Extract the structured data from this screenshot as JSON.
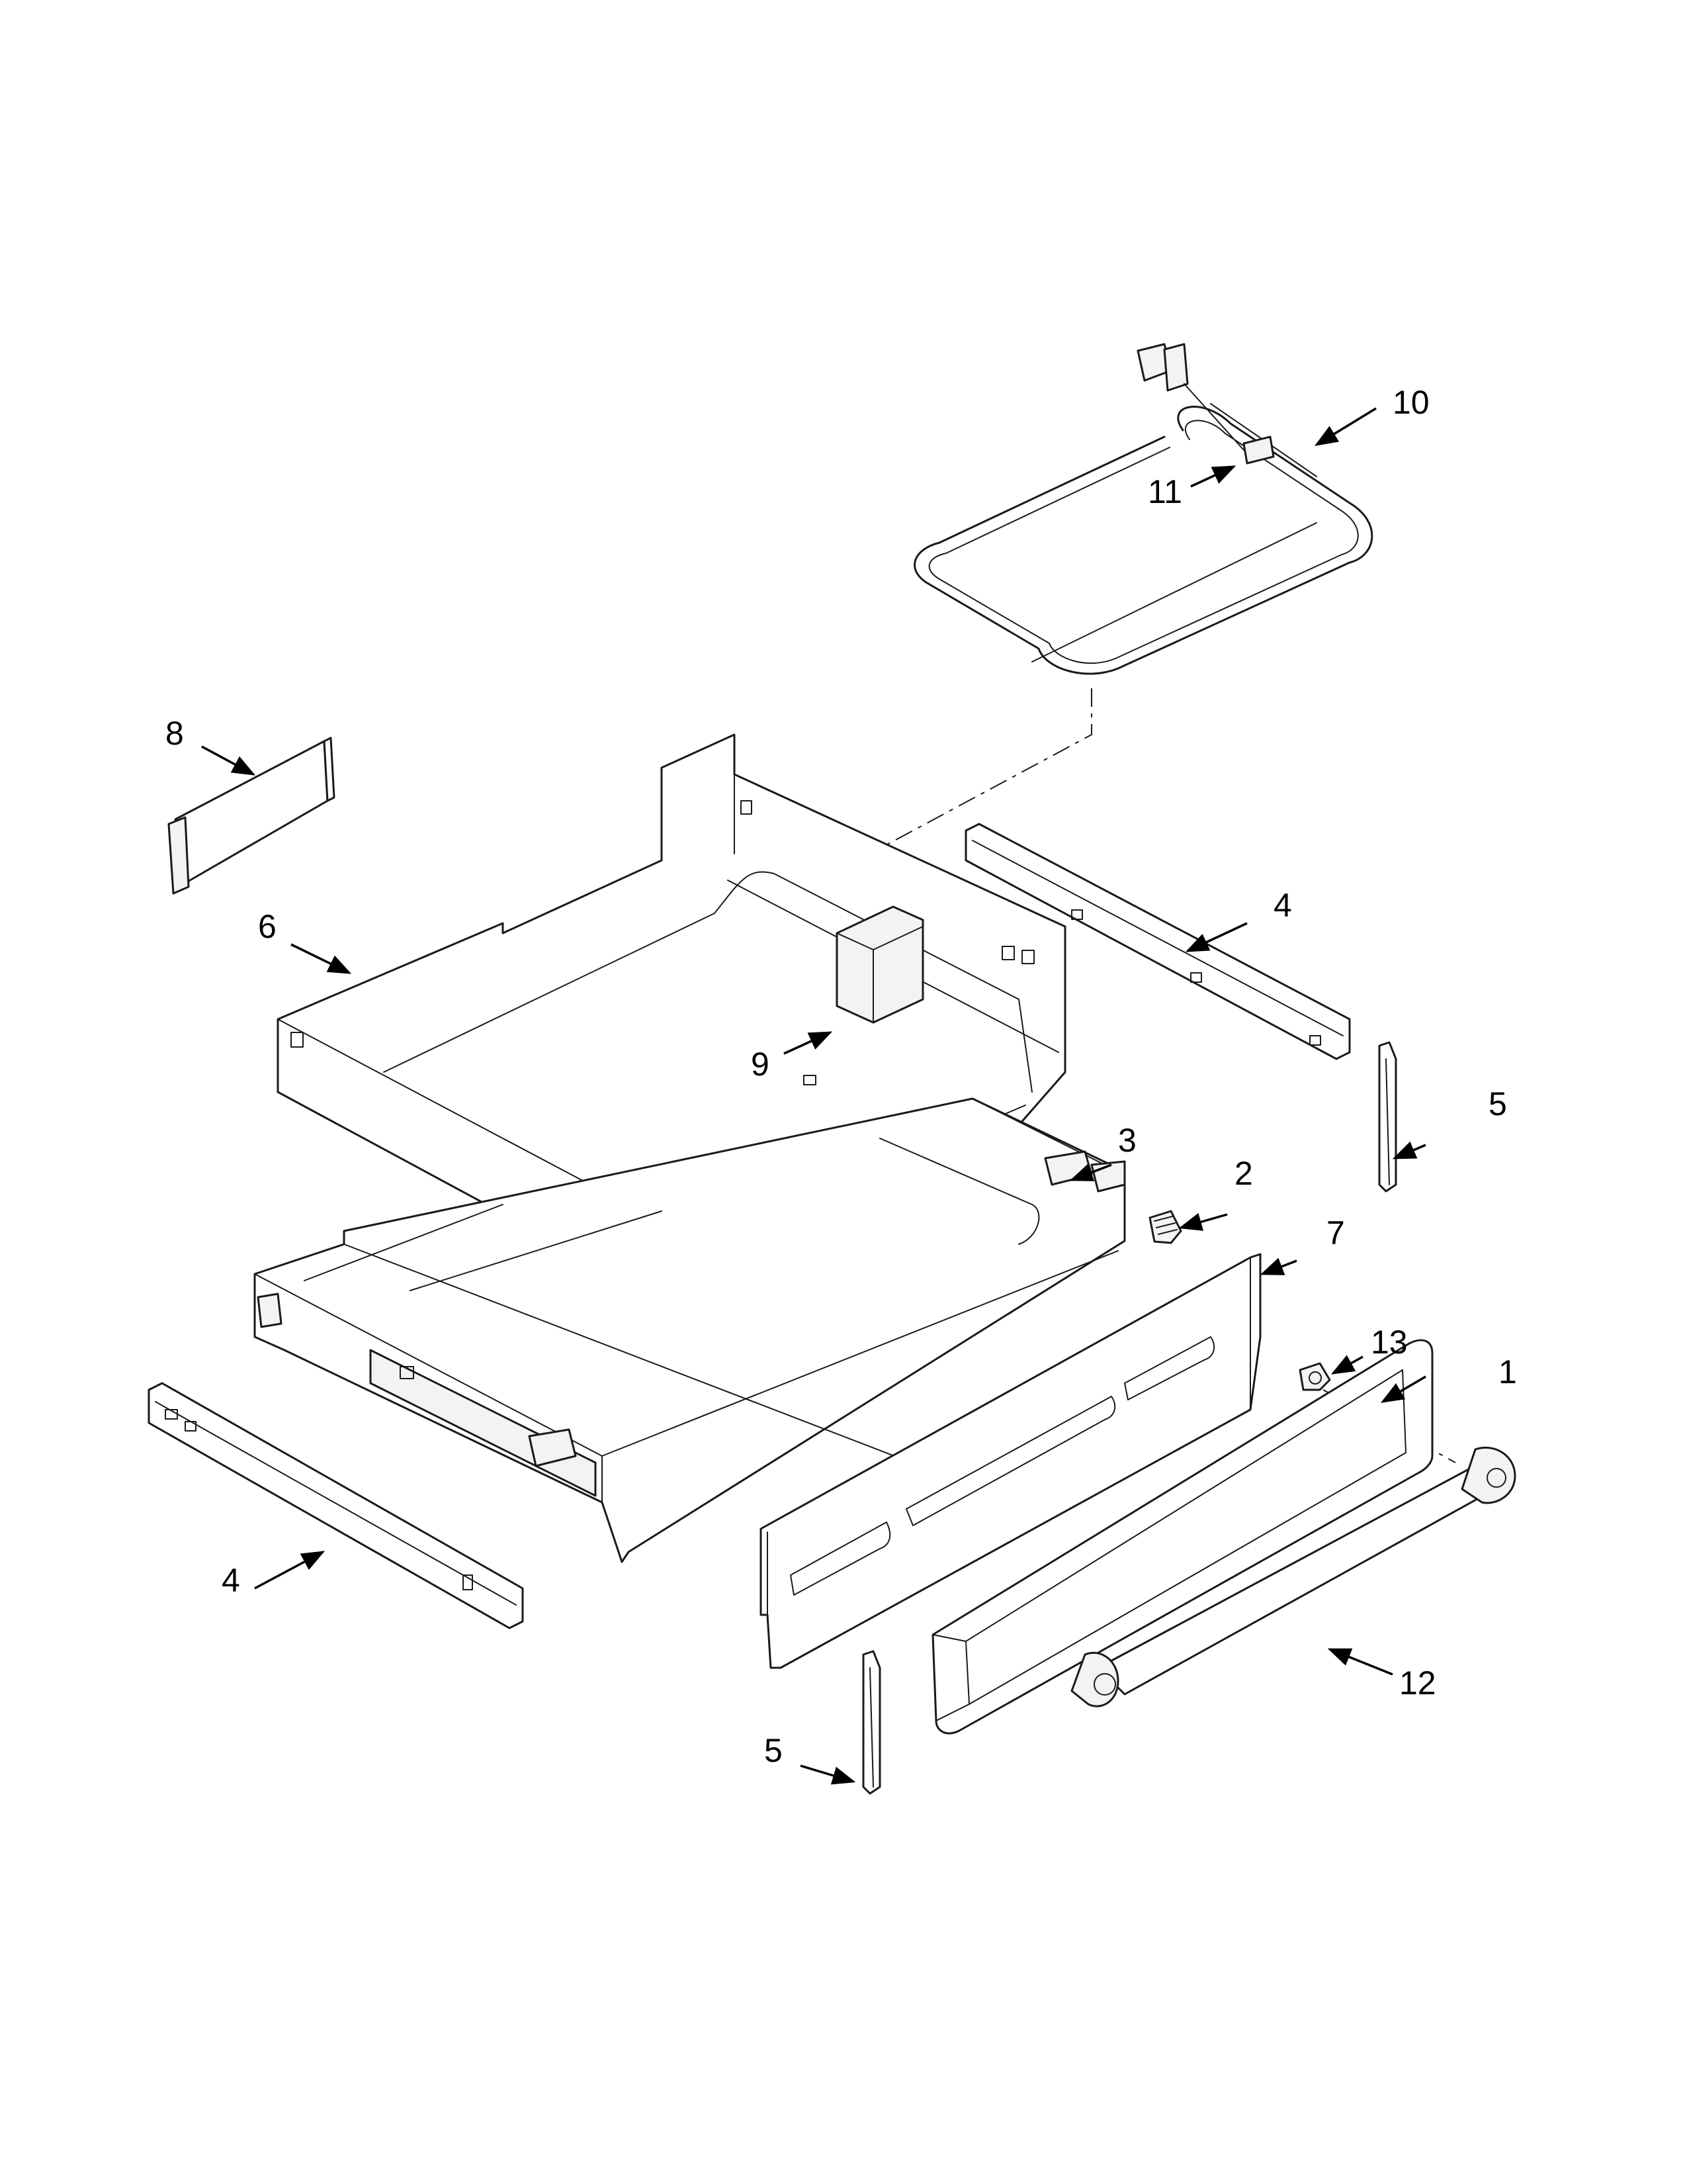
{
  "callouts": [
    {
      "id": "c1",
      "label": "1"
    },
    {
      "id": "c2",
      "label": "2"
    },
    {
      "id": "c3",
      "label": "3"
    },
    {
      "id": "c4a",
      "label": "4"
    },
    {
      "id": "c4b",
      "label": "4"
    },
    {
      "id": "c5a",
      "label": "5"
    },
    {
      "id": "c5b",
      "label": "5"
    },
    {
      "id": "c6",
      "label": "6"
    },
    {
      "id": "c7",
      "label": "7"
    },
    {
      "id": "c8",
      "label": "8"
    },
    {
      "id": "c9",
      "label": "9"
    },
    {
      "id": "c10",
      "label": "10"
    },
    {
      "id": "c11",
      "label": "11"
    },
    {
      "id": "c12",
      "label": "12"
    },
    {
      "id": "c13",
      "label": "13"
    }
  ],
  "colors": {
    "line": "#1a1a1a",
    "background": "#ffffff"
  }
}
